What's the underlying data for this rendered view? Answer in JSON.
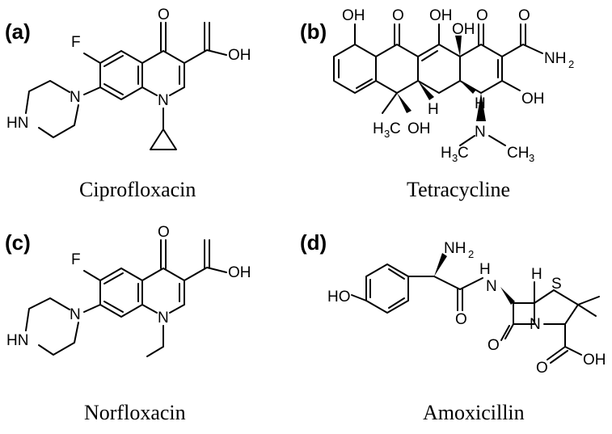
{
  "panels": [
    {
      "tag": "(a)",
      "name": "Ciprofloxacin",
      "atoms": {
        "o_keto": "O",
        "f": "F",
        "oh": "OH",
        "hn": "HN",
        "n_pip": "N",
        "n_ring": "N"
      }
    },
    {
      "tag": "(b)",
      "name": "Tetracycline",
      "atoms": {
        "oh1": "OH",
        "o1": "O",
        "oh2": "OH",
        "oh3": "OH",
        "o2": "O",
        "o3": "O",
        "nh2": "NH",
        "nh2_sub": "2",
        "oh4": "OH",
        "h3c": "H",
        "h3c_sub": "3",
        "h3c_c": "C",
        "oh5": "OH",
        "h1": "H",
        "h2": "H",
        "n": "N",
        "h3c2": "H",
        "h3c2_sub": "3",
        "h3c2_c": "C",
        "ch3": "CH",
        "ch3_sub": "3"
      }
    },
    {
      "tag": "(c)",
      "name": "Norfloxacin",
      "atoms": {
        "o_keto": "O",
        "f": "F",
        "oh": "OH",
        "hn": "HN",
        "n_pip": "N",
        "n_ring": "N"
      }
    },
    {
      "tag": "(d)",
      "name": "Amoxicillin",
      "atoms": {
        "nh2": "NH",
        "nh2_sub": "2",
        "ho": "HO",
        "nh": "H",
        "n_amide": "N",
        "h": "H",
        "s": "S",
        "o_amide": "O",
        "n_ring": "N",
        "o_lactam": "O",
        "o_acid": "O",
        "oh": "OH"
      }
    }
  ]
}
